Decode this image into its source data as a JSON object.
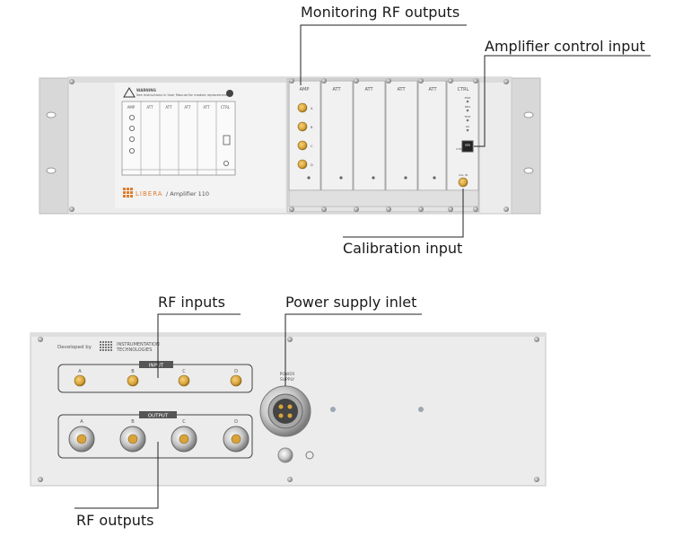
{
  "callouts": {
    "monitoring_rf_outputs": "Monitoring RF outputs",
    "amplifier_control_input": "Amplifier control input",
    "calibration_input": "Calibration input",
    "rf_inputs": "RF inputs",
    "power_supply_inlet": "Power supply inlet",
    "rf_outputs": "RF outputs"
  },
  "front_panel": {
    "warning_title": "WARNING",
    "warning_text": "See Instructions in User Manual for module replacement",
    "left_modules": [
      "AMP",
      "ATT",
      "ATT",
      "ATT",
      "ATT",
      "CTRL"
    ],
    "right_modules": [
      "AMP",
      "ATT",
      "ATT",
      "ATT",
      "ATT",
      "CTRL"
    ],
    "brand": "LIBERA",
    "model": "/ Amplifier 110",
    "amp_ports": [
      "A",
      "B",
      "C",
      "D"
    ],
    "ctrl_leds": [
      "PWR",
      "MPS",
      "TEST",
      "ILK"
    ],
    "ctrl_port_label": "CTRL",
    "cal_label": "CAL IN"
  },
  "rear_panel": {
    "developed_by": "Developed by",
    "company_line1": "INSTRUMENTATION",
    "company_line2": "TECHNOLOGIES",
    "input_label": "INPUT",
    "output_label": "OUTPUT",
    "channels": [
      "A",
      "B",
      "C",
      "D"
    ],
    "power_label_line1": "POWER",
    "power_label_line2": "SUPPLY"
  },
  "colors": {
    "panel": "#e9e9e9",
    "ear": "#d9d9d9",
    "gold": "#d9a33a",
    "brand": "#e07b2a"
  }
}
